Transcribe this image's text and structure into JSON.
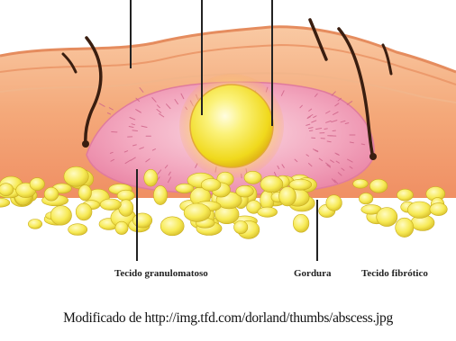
{
  "diagram": {
    "labels": {
      "granulomatous_tissue": "Tecido granulomatoso",
      "fat": "Gordura",
      "fibrous_tissue": "Tecido fibrótico"
    },
    "caption": "Modificado de http://img.tfd.com/dorland/thumbs/abscess.jpg"
  },
  "colors": {
    "skin_layer": "#f4a97a",
    "granulation_pink": "#f09ab4",
    "pus_yellow": "#f7ee3a",
    "fat_yellow": "#f2e24a",
    "hair": "#3a1e10"
  }
}
